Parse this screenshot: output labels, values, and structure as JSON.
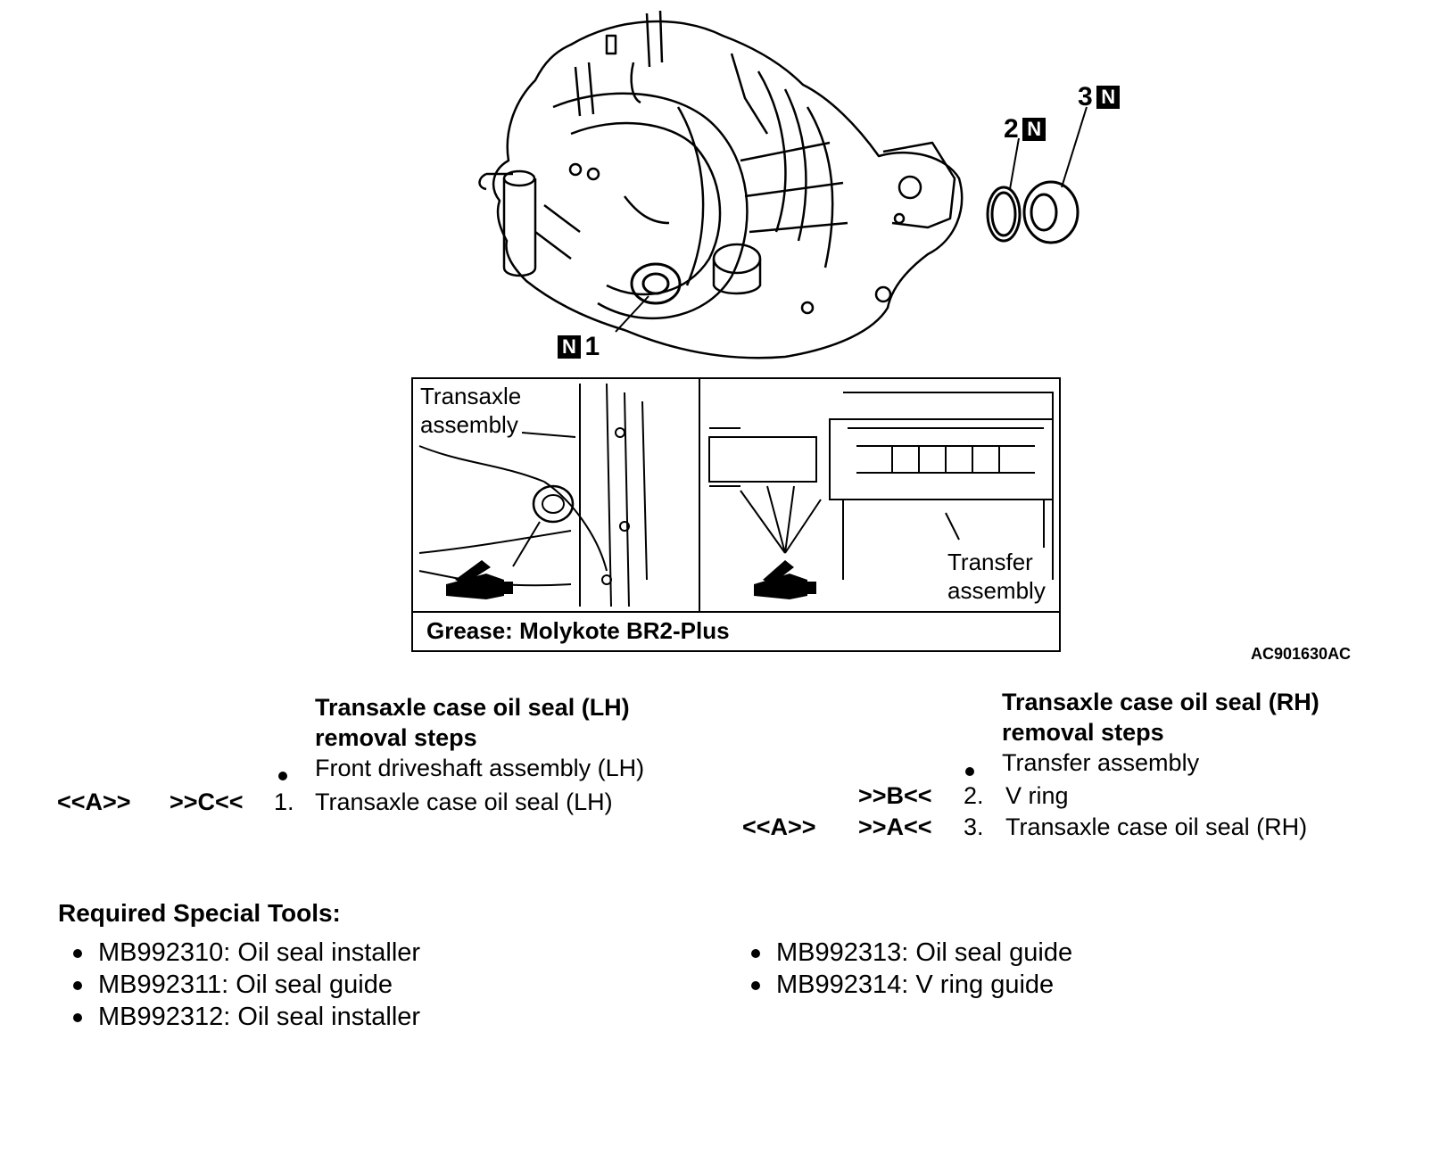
{
  "figure": {
    "callouts": {
      "part1": {
        "number": "1",
        "badge": "N"
      },
      "part2": {
        "number": "2",
        "badge": "N"
      },
      "part3": {
        "number": "3",
        "badge": "N"
      }
    },
    "inset_left_label": [
      "Transaxle",
      "assembly"
    ],
    "inset_right_label": [
      "Transfer",
      "assembly"
    ],
    "grease_note": "Grease: Molykote BR2-Plus",
    "figure_code": "AC901630AC"
  },
  "lh_steps": {
    "title_line1": "Transaxle case oil seal (LH)",
    "title_line2": "removal steps",
    "items": [
      {
        "bullet": true,
        "text": "Front driveshaft assembly (LH)"
      },
      {
        "removal_ref": "<<A>>",
        "install_ref": ">>C<<",
        "num": "1.",
        "text": "Transaxle case oil seal (LH)"
      }
    ]
  },
  "rh_steps": {
    "title_line1": "Transaxle case oil seal (RH)",
    "title_line2": "removal steps",
    "items": [
      {
        "bullet": true,
        "text": "Transfer assembly"
      },
      {
        "install_ref": ">>B<<",
        "num": "2.",
        "text": "V ring"
      },
      {
        "removal_ref": "<<A>>",
        "install_ref": ">>A<<",
        "num": "3.",
        "text": "Transaxle case oil seal (RH)"
      }
    ]
  },
  "tools": {
    "title": "Required Special Tools:",
    "col1": [
      "MB992310: Oil seal installer",
      "MB992311: Oil seal guide",
      "MB992312: Oil seal installer"
    ],
    "col2": [
      "MB992313: Oil seal guide",
      "MB992314: V ring guide"
    ]
  }
}
